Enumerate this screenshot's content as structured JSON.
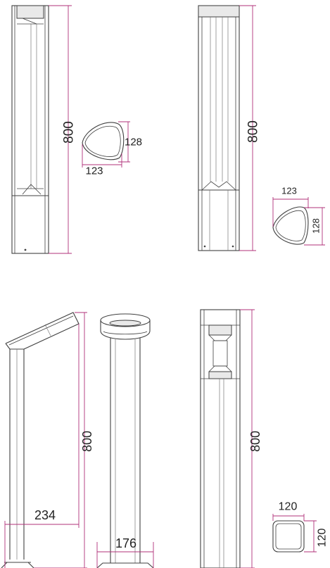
{
  "views": {
    "a": {
      "height": "800",
      "profile_width": "123",
      "profile_depth": "128"
    },
    "b": {
      "height": "800",
      "profile_width": "123",
      "profile_depth": "128"
    },
    "c": {
      "height": "800",
      "reach": "234"
    },
    "d": {
      "base": "176"
    },
    "e": {
      "height": "800",
      "profile_width": "120",
      "profile_depth": "120"
    }
  },
  "colors": {
    "line": "#404040",
    "dimension": "#b0307a"
  }
}
